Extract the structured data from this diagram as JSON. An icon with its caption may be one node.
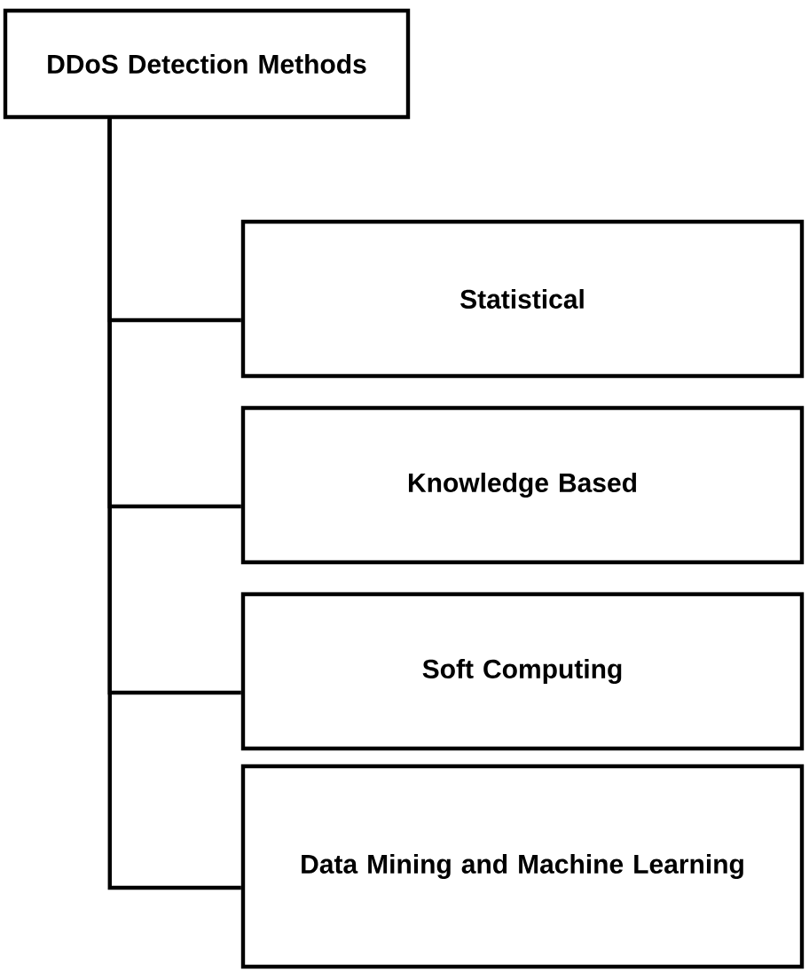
{
  "diagram": {
    "nodes": [
      {
        "text": [
          "DDoS Detection Methods"
        ]
      },
      {
        "text": [
          "Statistical"
        ]
      },
      {
        "text": [
          "Knowledge Based"
        ]
      },
      {
        "text": [
          "Soft Computing"
        ]
      },
      {
        "text": [
          "Data Mining and Machine Learning"
        ]
      }
    ],
    "edges": [
      {
        "from": 0,
        "to": 1,
        "arrow": "none"
      },
      {
        "from": 0,
        "to": 2,
        "arrow": "none"
      },
      {
        "from": 0,
        "to": 3,
        "arrow": "none"
      },
      {
        "from": 0,
        "to": 4,
        "arrow": "none"
      }
    ]
  }
}
